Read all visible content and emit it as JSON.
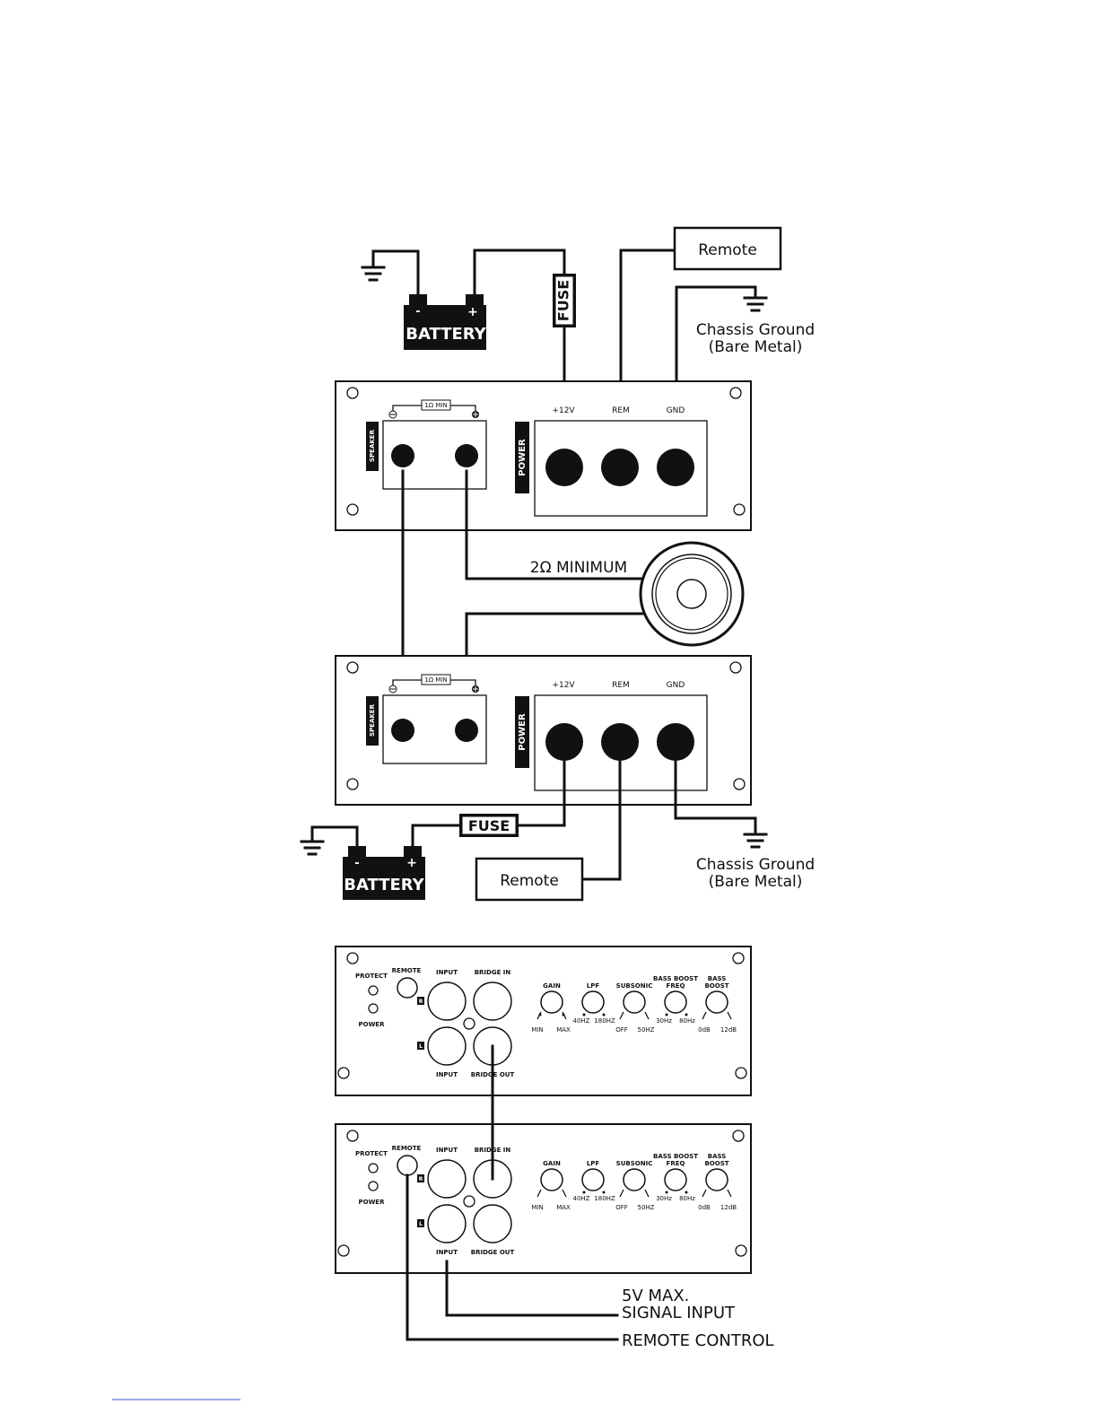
{
  "labels": {
    "remote": "Remote",
    "fuse": "FUSE",
    "battery": "BATTERY",
    "battery_neg": "-",
    "battery_pos": "+",
    "chassis_ground_1": "Chassis Ground",
    "chassis_ground_2": "(Bare Metal)",
    "minimum": "2Ω MINIMUM",
    "v12": "+12V",
    "rem": "REM",
    "gnd": "GND",
    "speaker": "SPEAKER",
    "power": "POWER",
    "ohm_min": "1Ω MIN",
    "signal_1": "5V MAX.",
    "signal_2": "SIGNAL INPUT",
    "remote_control": "REMOTE CONTROL"
  },
  "control_panel": {
    "protect": "PROTECT",
    "power": "POWER",
    "remote": "REMOTE",
    "input": "INPUT",
    "bridge_in": "BRIDGE IN",
    "bridge_out": "BRIDGE OUT",
    "r": "R",
    "l": "L",
    "gain": "GAIN",
    "lpf": "LPF",
    "subsonic": "SUBSONIC",
    "bass_boost_freq_1": "BASS BOOST",
    "bass_boost_freq_2": "FREQ",
    "bass_boost_1": "BASS",
    "bass_boost_2": "BOOST",
    "min": "MIN",
    "max": "MAX",
    "hz40": "40HZ",
    "hz180": "180HZ",
    "off": "OFF",
    "hz50": "50HZ",
    "hz30": "30Hz",
    "hz80": "80Hz",
    "db0": "0dB",
    "db12": "12dB"
  }
}
